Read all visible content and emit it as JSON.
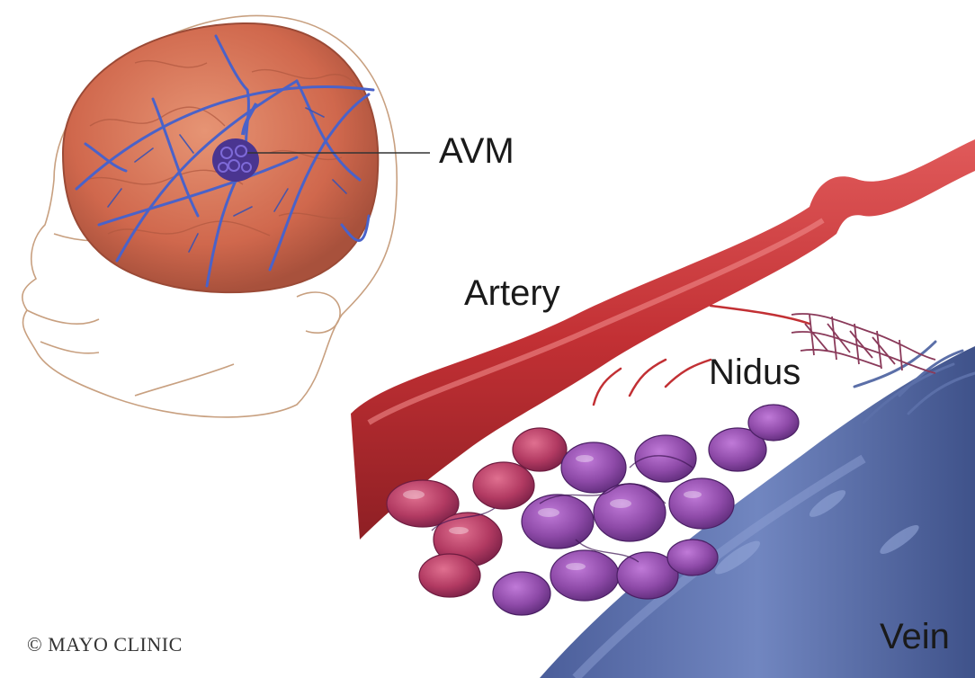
{
  "labels": {
    "avm": "AVM",
    "artery": "Artery",
    "nidus": "Nidus",
    "vein": "Vein"
  },
  "copyright": "© MAYO CLINIC",
  "colors": {
    "brain": "#d9785a",
    "brain_dark": "#b9553f",
    "vessel_blue": "#4a62c9",
    "artery_red": "#c9363a",
    "nidus_purple": "#8a4aa8",
    "vein_blue": "#5b6fa8",
    "outline": "#c8a080"
  }
}
